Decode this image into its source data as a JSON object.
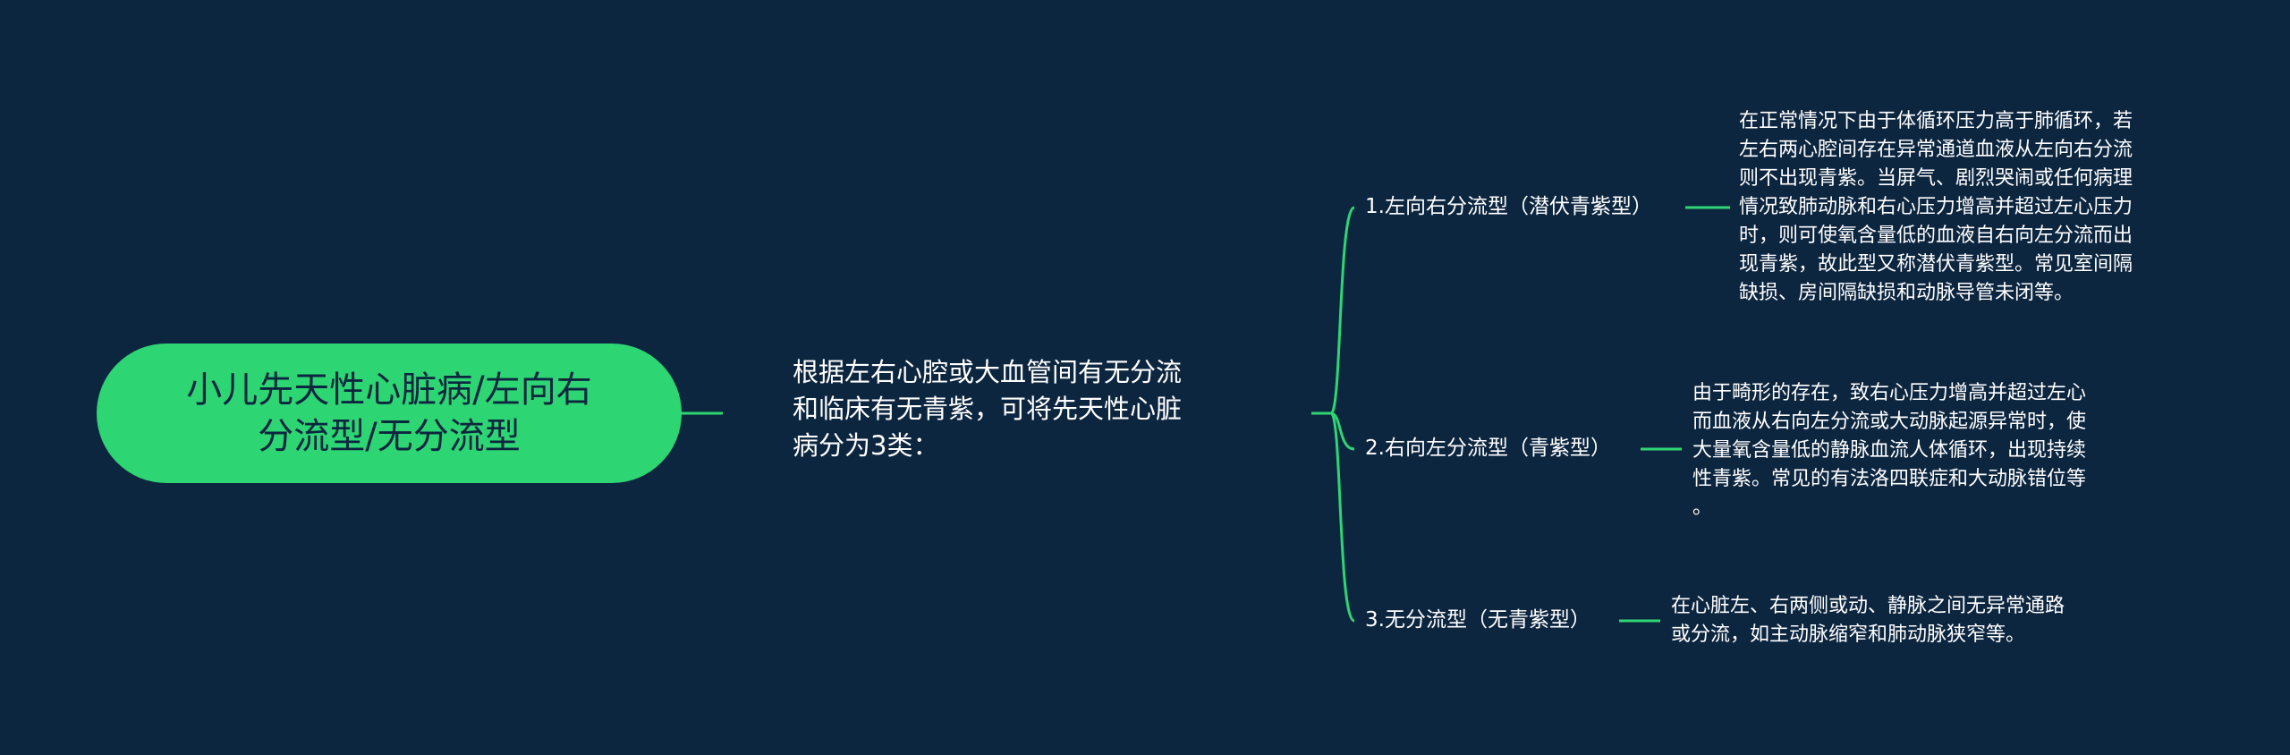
{
  "root": {
    "text": "小儿先天性心脏病/左向右\n分流型/无分流型"
  },
  "middle": {
    "text": "根据左右心腔或大血管间有无分流\n和临床有无青紫，可将先天性心脏\n病分为3类："
  },
  "branches": [
    {
      "label": "1.左向右分流型（潜伏青紫型）",
      "detail": "在正常情况下由于体循环压力高于肺循环，若\n左右两心腔间存在异常通道血液从左向右分流\n则不出现青紫。当屏气、剧烈哭闹或任何病理\n情况致肺动脉和右心压力增高并超过左心压力\n时，则可使氧含量低的血液自右向左分流而出\n现青紫，故此型又称潜伏青紫型。常见室间隔\n缺损、房间隔缺损和动脉导管未闭等。"
    },
    {
      "label": "2.右向左分流型（青紫型）",
      "detail": "由于畸形的存在，致右心压力增高并超过左心\n而血液从右向左分流或大动脉起源异常时，使\n大量氧含量低的静脉血流人体循环，出现持续\n性青紫。常见的有法洛四联症和大动脉错位等\n。"
    },
    {
      "label": "3.无分流型（无青紫型）",
      "detail": "在心脏左、右两侧或动、静脉之间无异常通路\n或分流，如主动脉缩窄和肺动脉狭窄等。"
    }
  ],
  "colors": {
    "background": "#0d2640",
    "accent": "#2ed573",
    "text": "#ffffff"
  }
}
